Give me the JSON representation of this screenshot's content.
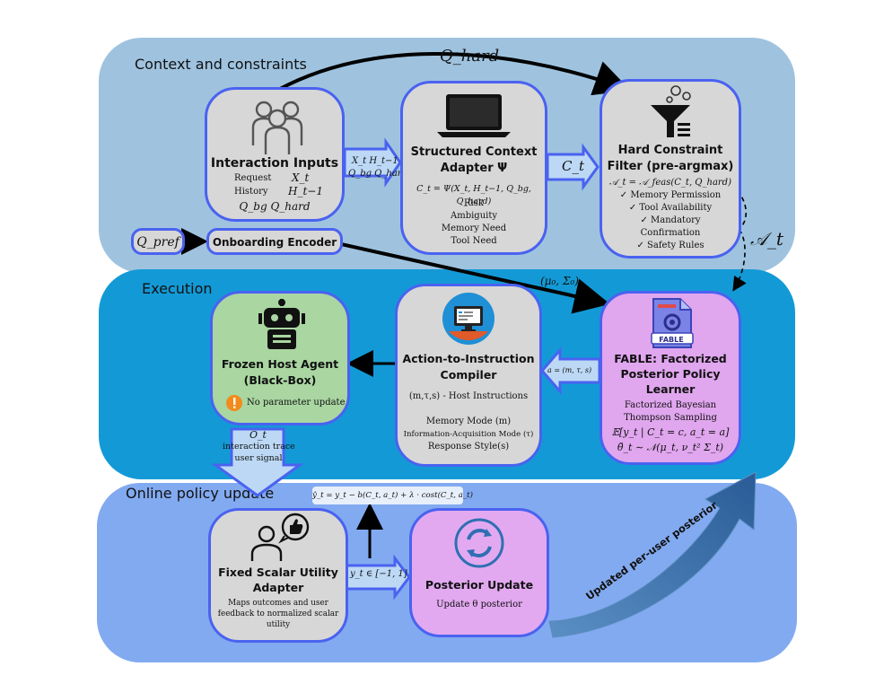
{
  "panels": {
    "context": "Context and constraints",
    "execution": "Execution",
    "online": "Online policy update"
  },
  "arrows": {
    "q_hard_top": "Q_hard",
    "ct": "C_t",
    "inputs_xt_ht": "X_t  H_t−1",
    "inputs_qbg_qhard": "Q_bg Q_hard",
    "a_t_side": "𝒜_t",
    "mu_sigma": "(μ₀, Σ₀)",
    "action": "a = (m, τ, s)",
    "trace_ot": "O_t",
    "trace_line1": "interaction trace",
    "trace_line2": "user signal",
    "y_hat": "ŷ_t = y_t − b(C_t, a_t) + λ · cost(C_t, a_t)",
    "y_range": "y_t ∈ [−1, 1]",
    "updated_posterior": "Updated per-user posterior"
  },
  "interaction_inputs": {
    "title": "Interaction Inputs",
    "row1_label": "Request",
    "row1_sym": "X_t",
    "row2_label": "History",
    "row2_sym": "H_t−1",
    "row3": "Q_bg  Q_hard",
    "icon": "group-of-people-icon"
  },
  "context_adapter": {
    "title_line1": "Structured Context",
    "title_line2": "Adapter Ψ",
    "formula": "C_t = Ψ(X_t, H_t−1, Q_bg, Q_hard)",
    "items": [
      "Risk",
      "Ambiguity",
      "Memory Need",
      "Tool Need"
    ],
    "icon": "laptop-icon"
  },
  "hard_filter": {
    "title_line1": "Hard Constraint",
    "title_line2": "Filter (pre-argmax)",
    "formula": "𝒜_t = 𝒜_feas(C_t, Q_hard)",
    "items": [
      "✓ Memory Permission",
      "✓ Tool Availability",
      "✓ Mandatory",
      "Confirmation",
      "✓ Safety Rules"
    ],
    "icon": "funnel-filter-icon"
  },
  "onboarding": {
    "q_pref": "Q_pref",
    "label": "Onboarding Encoder"
  },
  "frozen_agent": {
    "title_line1": "Frozen Host Agent",
    "title_line2": "(Black-Box)",
    "note": "No parameter update",
    "icon": "robot-icon",
    "warning_icon": "warning-icon"
  },
  "compiler": {
    "title_line1": "Action-to-Instruction",
    "title_line2": "Compiler",
    "subtitle": "(m,τ,s) - Host Instructions",
    "items": [
      "Memory Mode (m)",
      "Information-Acquisition Mode (τ)",
      "Response Style(s)"
    ],
    "icon": "code-screen-icon"
  },
  "fable": {
    "title_line1": "FABLE: Factorized",
    "title_line2": "Posterior Policy",
    "title_line3": "Learner",
    "sub_line1": "Factorized Bayesian",
    "sub_line2": "Thompson Sampling",
    "formula1": "𝔼[y_t | C_t = c, a_t = a]",
    "formula2": "θ̃_t ∼ 𝒩(μ_t, ν_t² Σ_t)",
    "badge": "FABLE",
    "icon": "document-gear-icon"
  },
  "utility": {
    "title_line1": "Fixed Scalar Utility",
    "title_line2": "Adapter",
    "desc_line1": "Maps outcomes and user",
    "desc_line2": "feedback to normalized scalar",
    "desc_line3": "utility",
    "icon": "user-thumbs-up-icon"
  },
  "posterior": {
    "title": "Posterior Update",
    "subtitle": "Update θ posterior",
    "icon": "refresh-cycle-icon"
  },
  "colors": {
    "context_panel": "#9fc3df",
    "execution_panel": "#139ad6",
    "online_panel": "#82aaf0",
    "box_border": "#4a62f0",
    "box_grey": "#d7d7d7",
    "agent_green": "#a9d6a1",
    "fable_pink": "#e0a6ee",
    "posterior_pink": "#e2a9f0"
  }
}
